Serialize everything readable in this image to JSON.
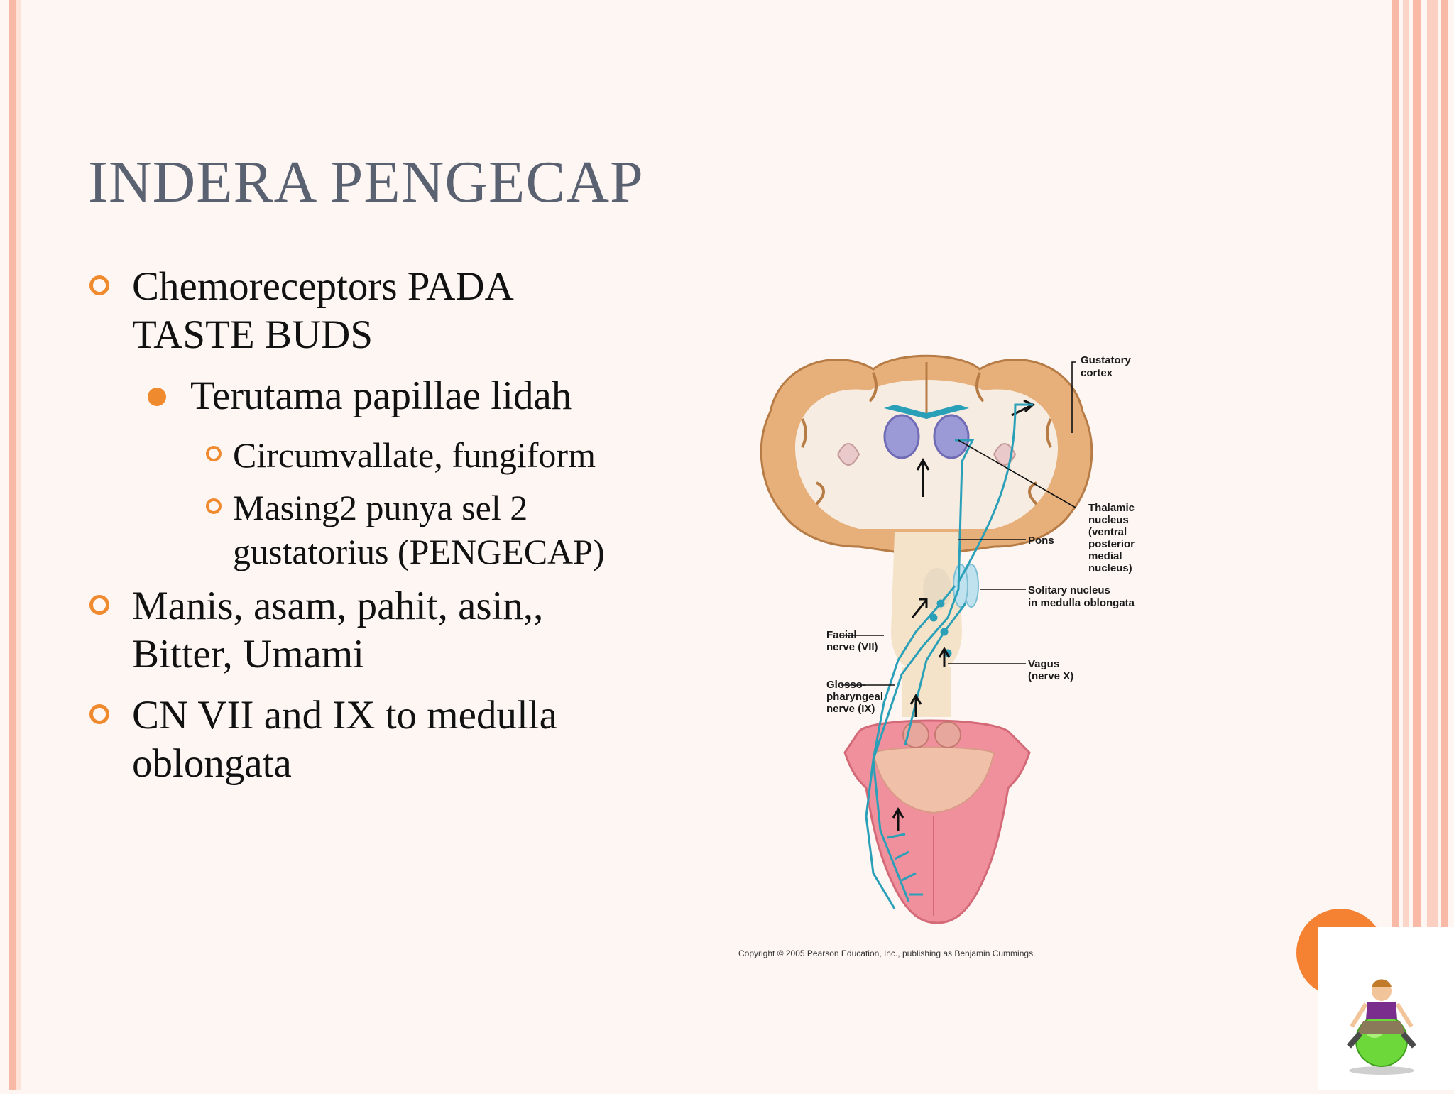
{
  "slide": {
    "title": "INDERA PENGECAP",
    "bullets": [
      {
        "text": "Chemoreceptors PADA TASTE BUDS"
      },
      {
        "text": "Terutama papillae lidah"
      },
      {
        "text": "Circumvallate, fungiform"
      },
      {
        "text": "Masing2 punya sel 2 gustatorius (PENGECAP)"
      },
      {
        "text": "Manis, asam, pahit, asin,, Bitter, Umami"
      },
      {
        "text": "CN VII and IX to medulla oblongata"
      }
    ]
  },
  "figure": {
    "labels": {
      "gustatory_1": "Gustatory",
      "gustatory_2": "cortex",
      "thalamic_1": "Thalamic",
      "thalamic_2": "nucleus",
      "thalamic_3": "(ventral",
      "thalamic_4": "posterior",
      "thalamic_5": "medial",
      "thalamic_6": "nucleus)",
      "pons": "Pons",
      "solitary_1": "Solitary nucleus",
      "solitary_2": "in medulla oblongata",
      "facial_1": "Facial",
      "facial_2": "nerve (VII)",
      "glosso_1": "Glosso-",
      "glosso_2": "pharyngeal",
      "glosso_3": "nerve (IX)",
      "vagus_1": "Vagus",
      "vagus_2": "(nerve X)"
    },
    "copyright": "Copyright © 2005 Pearson Education, Inc., publishing as Benjamin Cummings."
  },
  "colors": {
    "accent": "#f08a2f",
    "title": "#5a6272",
    "stripe": "#f8b9a6",
    "nerve": "#2aa0b8"
  }
}
